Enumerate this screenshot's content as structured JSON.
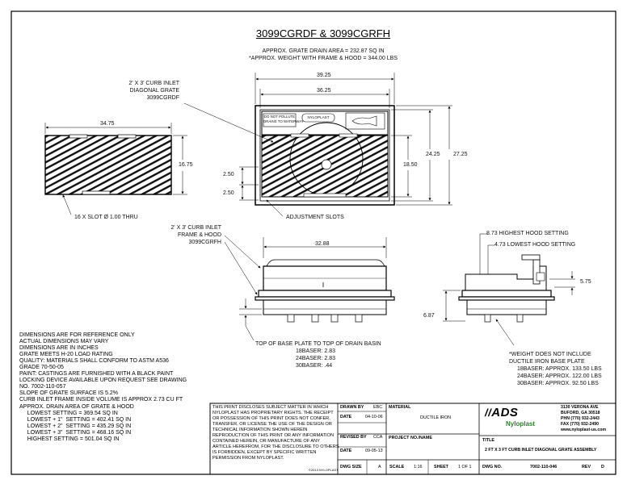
{
  "title": "3099CGRDF & 3099CGRFH",
  "subtitle": {
    "drain_area": "APPROX. GRATE DRAIN AREA = 232.87 SQ IN",
    "weight": "*APPROX. WEIGHT WITH FRAME & HOOD = 344.00 LBS"
  },
  "left_view": {
    "width_dim": "34.75",
    "height_dim": "16.75",
    "slot_note": "16 X SLOT Ø 1.00 THRU"
  },
  "diagonal_grate_label": [
    "2' X 3' CURB INLET",
    "DIAGONAL GRATE",
    "3099CGRDF"
  ],
  "top_view": {
    "dim_outer": "39.25",
    "dim_inner": "36.25",
    "dim_a": "24.25",
    "dim_b": "27.25",
    "dim_c": "18.50",
    "dim_left_1": "2.50",
    "dim_left_2": "2.50",
    "plate_line_1": "DO NOT POLLUTE",
    "plate_line_2": "DRAINS TO WATERWAY",
    "brand_small": "NYLOPLAST",
    "adjustment_slots": "ADJUSTMENT SLOTS"
  },
  "frame_hood_label": [
    "2' X 3' CURB INLET",
    "FRAME & HOOD",
    "3099CGRFH"
  ],
  "front_view": {
    "width_dim": "32.88",
    "base_plate_note": "TOP OF BASE PLATE TO TOP OF DRAIN BASIN",
    "baser_18": "18BASER:  2.83",
    "baser_24": "24BASER:  2.83",
    "baser_30": "30BASER:  .44"
  },
  "side_view": {
    "highest": "8.73 HIGHEST HOOD SETTING",
    "lowest": "4.73 LOWEST HOOD SETTING",
    "dim_right": "5.75",
    "dim_left": "6.87"
  },
  "weight_note": {
    "line1": "*WEIGHT DOES NOT INCLUDE",
    "line2": "DUCTILE IRON BASE PLATE",
    "baser_18": "18BASER:  APPROX. 133.50 LBS",
    "baser_24": "24BASER:  APPROX. 122.00 LBS",
    "baser_30": "30BASER:  APPROX. 92.50 LBS"
  },
  "notes": [
    "DIMENSIONS ARE FOR REFERENCE ONLY",
    "ACTUAL DIMENSIONS MAY VARY",
    "DIMENSIONS ARE IN INCHES",
    "GRATE MEETS H-20 LOAD RATING",
    "QUALITY:  MATERIALS SHALL CONFORM TO ASTM A536",
    "GRADE 70-50-05",
    "PAINT:  CASTINGS ARE FURNISHED WITH A BLACK PAINT",
    "LOCKING DEVICE AVAILABLE UPON REQUEST SEE DRAWING",
    "NO. 7002-110-057",
    "SLOPE OF GRATE SURFACE IS 5.2%",
    "CURB INLET FRAME INSIDE VOLUME IS APPROX 2.73 CU FT",
    "APPROX. DRAIN AREA OF GRATE & HOOD",
    "     LOWEST SETTING = 369.54 SQ IN",
    "     LOWEST + 1\"  SETTING = 402.41 SQ IN",
    "     LOWEST + 2\"  SETTING = 435.29 SQ IN",
    "     LOWEST + 3\"  SETTING = 468.16 SQ IN",
    "     HIGHEST SETTING = 501.04 SQ IN"
  ],
  "title_block": {
    "disclaimer": [
      "THIS PRINT DISCLOSES SUBJECT MATTER IN WHICH",
      "NYLOPLAST HAS PROPRIETARY RIGHTS. THE RECEIPT",
      "OR POSSESSION OF THIS PRINT DOES NOT CONFER,",
      "TRANSFER, OR LICENSE THE USE OF THE DESIGN OR",
      "TECHNICAL INFORMATION SHOWN HEREIN",
      "REPRODUCTION OF THIS PRINT OR ANY INFORMATION",
      "CONTAINED HEREIN, OR MANUFACTURE OF ANY",
      "ARTICLE HEREFROM, FOR THE DISCLOSURE TO OTHERS",
      "IS FORBIDDEN, EXCEPT BY SPECIFIC WRITTEN",
      "PERMISSION FROM NYLOPLAST."
    ],
    "copyright": "©2013 NYLOPLAST",
    "drawn_by_label": "DRAWN BY",
    "drawn_by": "EBC",
    "date_label": "DATE",
    "date": "04-10-06",
    "revised_by_label": "REVISED BY",
    "revised_by": "CCA",
    "rev_date_label": "DATE",
    "rev_date": "09-05-13",
    "dwg_size_label": "DWG SIZE",
    "dwg_size": "A",
    "material_label": "MATERIAL",
    "material": "DUCTILE IRON",
    "project_label": "PROJECT NO./NAME",
    "scale_label": "SCALE",
    "scale": "1:16",
    "sheet_label": "SHEET",
    "sheet": "1 OF 1",
    "logo_ads": "ADS",
    "logo_nyloplast": "Nyloplast",
    "address": [
      "3130 VERONA AVE",
      "BUFORD, GA 30518",
      "PHN (770) 932-2443",
      "FAX (770) 932-2490",
      "www.nyloplast-us.com"
    ],
    "title_label": "TITLE",
    "title": "2 FT X 3 FT CURB INLET DIAGONAL GRATE ASSEMBLY",
    "dwg_no_label": "DWG NO.",
    "dwg_no": "7002-110-046",
    "rev_label": "REV",
    "rev": "D"
  },
  "colors": {
    "line": "#000000",
    "logo_green": "#2f7d32"
  }
}
